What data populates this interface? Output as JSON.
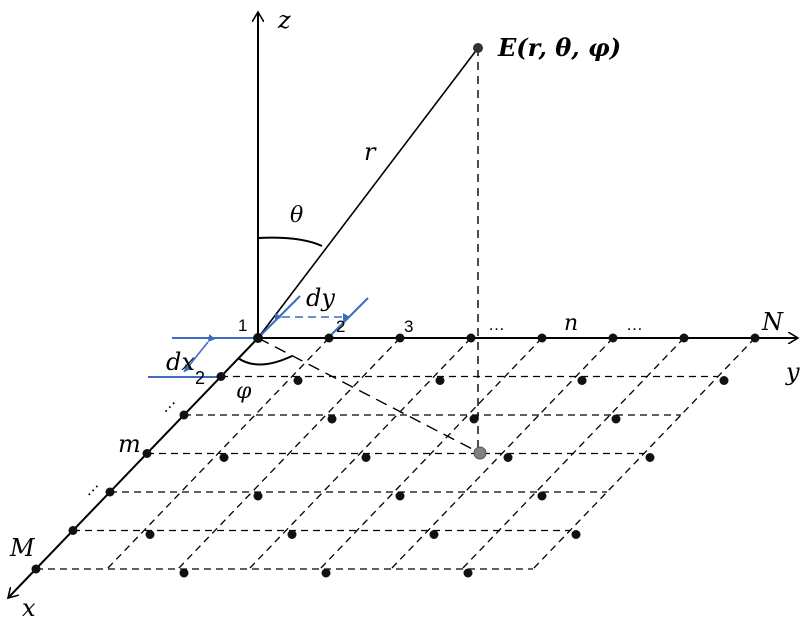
{
  "diagram": {
    "axes": {
      "z": "z",
      "y": "y",
      "x": "x"
    },
    "point_label": "E(r, θ, φ)",
    "radius_label": "r",
    "theta_label": "θ",
    "phi_label": "φ",
    "spacing": {
      "dx": "dx",
      "dy": "dy"
    },
    "row_labels": {
      "one": "1",
      "two": "2",
      "dots": "…",
      "m": "m",
      "dots2": "…",
      "M": "M"
    },
    "column_labels": {
      "two": "2",
      "three": "3",
      "dots": "…",
      "n": "n",
      "dots2": "…",
      "N": "N"
    },
    "colors": {
      "line": "#000000",
      "accent": "#3d6cc0",
      "projection_point": "#808080"
    }
  }
}
